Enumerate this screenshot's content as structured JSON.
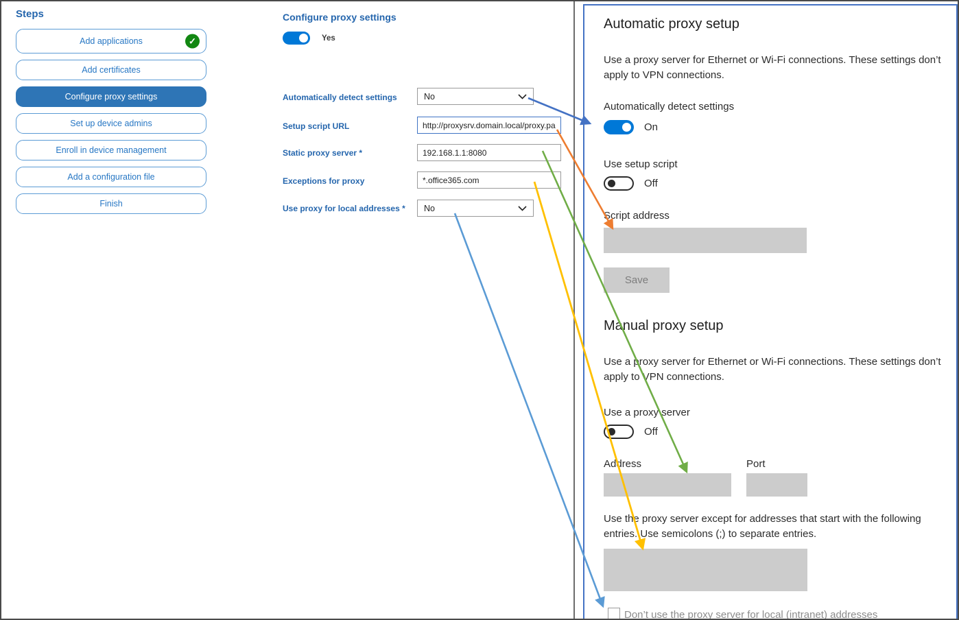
{
  "sidebar": {
    "title": "Steps",
    "items": [
      {
        "label": "Add applications",
        "state": "completed"
      },
      {
        "label": "Add certificates",
        "state": "default"
      },
      {
        "label": "Configure proxy settings",
        "state": "active"
      },
      {
        "label": "Set up device admins",
        "state": "default"
      },
      {
        "label": "Enroll in device management",
        "state": "default"
      },
      {
        "label": "Add a configuration file",
        "state": "default"
      },
      {
        "label": "Finish",
        "state": "default"
      }
    ]
  },
  "form": {
    "title": "Configure proxy settings",
    "enable_toggle": {
      "value": "Yes",
      "state": "on"
    },
    "fields": [
      {
        "label": "Automatically detect settings",
        "control": "dropdown",
        "value": "No"
      },
      {
        "label": "Setup script URL",
        "control": "text",
        "value": "http://proxysrv.domain.local/proxy.pa"
      },
      {
        "label": "Static proxy server *",
        "control": "text",
        "value": "192.168.1.1:8080"
      },
      {
        "label": "Exceptions for proxy",
        "control": "text",
        "value": "*.office365.com"
      },
      {
        "label": "Use proxy for local addresses *",
        "control": "dropdown",
        "value": "No"
      }
    ]
  },
  "windows_settings": {
    "automatic": {
      "heading": "Automatic proxy setup",
      "description": "Use a proxy server for Ethernet or Wi-Fi connections. These settings don’t apply to VPN connections.",
      "detect_label": "Automatically detect settings",
      "detect_state": "On",
      "script_toggle_label": "Use setup script",
      "script_toggle_state": "Off",
      "script_address_label": "Script address",
      "save_button": "Save"
    },
    "manual": {
      "heading": "Manual proxy setup",
      "description": "Use a proxy server for Ethernet or Wi-Fi connections. These settings don’t apply to VPN connections.",
      "proxy_toggle_label": "Use a proxy server",
      "proxy_toggle_state": "Off",
      "address_label": "Address",
      "port_label": "Port",
      "exceptions_help": "Use the proxy server except for addresses that start with the following entries. Use semicolons (;) to separate entries.",
      "local_checkbox_label": "Don’t use the proxy server for local (intranet) addresses",
      "local_checkbox_checked": false
    }
  },
  "icons": {
    "check": "✓"
  },
  "arrows": [
    {
      "color": "#4472C4",
      "from": "automatically-detect-settings-dropdown",
      "to": "automatically-detect-settings-toggle"
    },
    {
      "color": "#ED7D31",
      "from": "setup-script-url-field",
      "to": "script-address-box"
    },
    {
      "color": "#70AD47",
      "from": "static-proxy-server-field",
      "to": "address-box"
    },
    {
      "color": "#FFC000",
      "from": "exceptions-for-proxy-field",
      "to": "proxy-exceptions-box"
    },
    {
      "color": "#5B9BD5",
      "from": "use-proxy-for-local-addresses-dropdown",
      "to": "local-intranet-checkbox"
    }
  ],
  "colors": {
    "accent_blue": "#2E75B6",
    "toggle_on_blue": "#0078D7",
    "label_blue": "#2566AD",
    "step_border_blue": "#5B9BD5",
    "completed_green": "#128712",
    "panel_border_blue": "#4472C4",
    "disabled_gray": "#CCCCCC"
  }
}
